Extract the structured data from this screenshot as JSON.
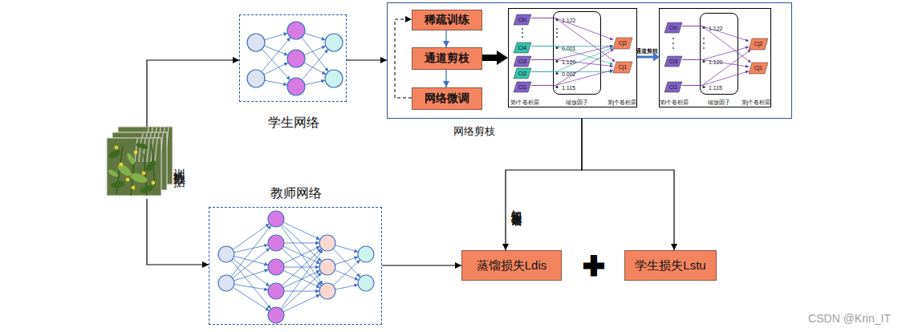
{
  "diagram": {
    "nodes": [
      {
        "text": [
          "训练数据"
        ]
      },
      {
        "text": [
          "学生网络"
        ]
      },
      {
        "text": [
          "网络剪枝"
        ]
      },
      {
        "text": [
          "稀疏训练"
        ],
        "in": 2
      },
      {
        "text": [
          "通道剪枝"
        ],
        "in": 2
      },
      {
        "text": [
          "网络微调"
        ],
        "in": 2
      },
      {
        "text": [
          "第i个卷积层",
          "缩放因子",
          "第j个卷积层"
        ],
        "in": 2
      },
      {
        "text": [
          "Cin"
        ],
        "in": 6
      },
      {
        "text": [
          "Ci4"
        ],
        "in": 6
      },
      {
        "text": [
          "Ci3"
        ],
        "in": 6
      },
      {
        "text": [
          "Ci2"
        ],
        "in": 6
      },
      {
        "text": [
          "Ci1"
        ],
        "in": 6
      },
      {
        "text": [
          "1.122",
          "0.001",
          "1.120",
          "0.002",
          "1.115"
        ],
        "in": 6
      },
      {
        "text": [
          "Cj2"
        ],
        "in": 6
      },
      {
        "text": [
          "Cj1"
        ],
        "in": 6
      },
      {
        "text": [
          "第i个卷积层",
          "缩放因子",
          "第j个卷积层"
        ],
        "in": 2
      },
      {
        "text": [
          "Cin"
        ],
        "in": 15
      },
      {
        "text": [
          "Ci3"
        ],
        "in": 15
      },
      {
        "text": [
          "Ci1"
        ],
        "in": 15
      },
      {
        "text": [
          "1.122",
          "1.120",
          "1.115"
        ],
        "in": 15
      },
      {
        "text": [
          "Cj2"
        ],
        "in": 15
      },
      {
        "text": [
          "Cj1"
        ],
        "in": 15
      },
      {
        "text": [
          "教师网络"
        ]
      },
      {
        "text": [
          "蒸馏损失Ldis"
        ]
      },
      {
        "text": [
          "学生损失Lstu"
        ]
      }
    ],
    "edges": [
      {
        "from": 0,
        "to": 1,
        "arrow": "to"
      },
      {
        "from": 0,
        "to": 22,
        "arrow": "to"
      },
      {
        "from": 1,
        "to": 2,
        "arrow": "to"
      },
      {
        "from": 3,
        "to": 4,
        "arrow": "to"
      },
      {
        "from": 4,
        "to": 5,
        "arrow": "to"
      },
      {
        "from": 5,
        "to": 3,
        "arrow": "to"
      },
      {
        "from": 4,
        "to": 6,
        "arrow": "to"
      },
      {
        "from": 7,
        "to": 13,
        "arrow": "to"
      },
      {
        "from": 7,
        "to": 14,
        "arrow": "to"
      },
      {
        "from": 8,
        "to": 13,
        "arrow": "to"
      },
      {
        "from": 8,
        "to": 14,
        "arrow": "to"
      },
      {
        "from": 9,
        "to": 13,
        "arrow": "to"
      },
      {
        "from": 9,
        "to": 14,
        "arrow": "to"
      },
      {
        "from": 10,
        "to": 13,
        "arrow": "to"
      },
      {
        "from": 10,
        "to": 14,
        "arrow": "to"
      },
      {
        "from": 11,
        "to": 13,
        "arrow": "to"
      },
      {
        "from": 11,
        "to": 14,
        "arrow": "to"
      },
      {
        "from": 6,
        "to": 15,
        "label": "通道剪枝",
        "arrow": "to"
      },
      {
        "from": 16,
        "to": 20,
        "arrow": "to"
      },
      {
        "from": 16,
        "to": 21,
        "arrow": "to"
      },
      {
        "from": 17,
        "to": 20,
        "arrow": "to"
      },
      {
        "from": 17,
        "to": 21,
        "arrow": "to"
      },
      {
        "from": 18,
        "to": 20,
        "arrow": "to"
      },
      {
        "from": 18,
        "to": 21,
        "arrow": "to"
      },
      {
        "from": 22,
        "to": 23,
        "arrow": "to"
      },
      {
        "from": 2,
        "to": 23,
        "label": "知识蒸馏",
        "arrow": "to"
      },
      {
        "from": 2,
        "to": 24,
        "arrow": "to"
      }
    ],
    "labels": [
      "+",
      "CSDN @Krin_IT"
    ]
  }
}
